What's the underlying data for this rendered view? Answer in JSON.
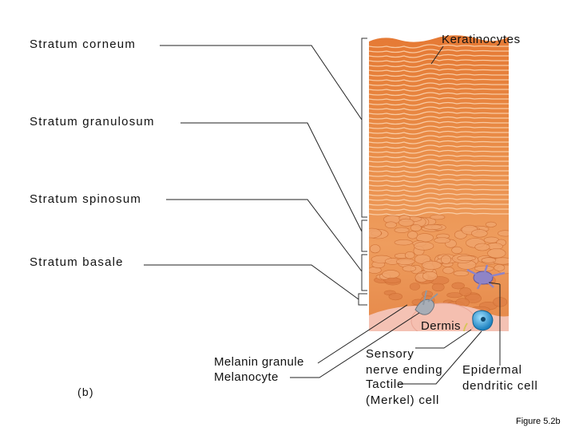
{
  "labels": {
    "stratum_corneum": "Stratum corneum",
    "stratum_granulosum": "Stratum granulosum",
    "stratum_spinosum": "Stratum spinosum",
    "stratum_basale": "Stratum basale",
    "keratinocytes": "Keratinocytes",
    "dermis": "Dermis",
    "melanin_granule": "Melanin granule",
    "melanocyte": "Melanocyte",
    "sensory_nerve_ending_1": "Sensory",
    "sensory_nerve_ending_2": "nerve ending",
    "tactile_cell_1": "Tactile",
    "tactile_cell_2": "(Merkel) cell",
    "epidermal_dendritic_1": "Epidermal",
    "epidermal_dendritic_2": "dendritic cell",
    "panel": "(b)"
  },
  "figure_caption": "Figure 5.2b",
  "colors": {
    "corneum": "#e07a3a",
    "granulosum": "#e8904e",
    "spinosum": "#ec9c62",
    "basale": "#e0864a",
    "dermis": "#f2c1b2",
    "merkel_cell": "#2f9fd6",
    "dendritic_cell": "#8c7fc0",
    "melanocyte": "#9aa0a8",
    "leader_line": "#222222"
  }
}
